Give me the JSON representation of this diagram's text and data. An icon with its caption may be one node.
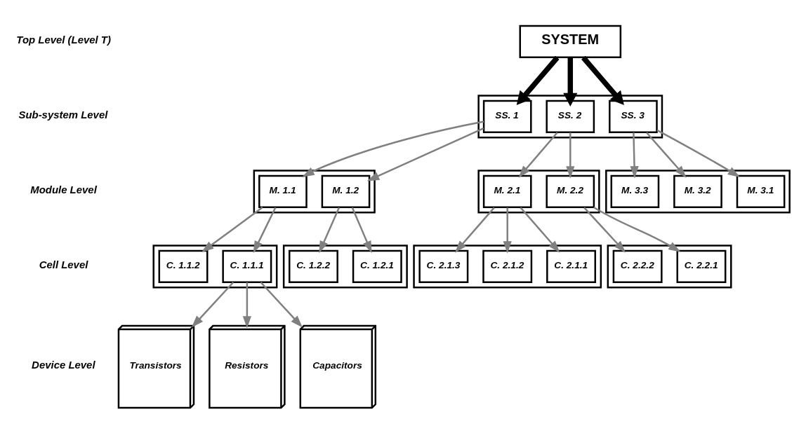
{
  "diagram": {
    "nodes": [
      {
        "text": [
          "SYSTEM"
        ]
      },
      {
        "text": [],
        "shape": "box"
      },
      {
        "text": [
          "SS. 1"
        ],
        "in": 1
      },
      {
        "text": [
          "SS. 2"
        ],
        "in": 1
      },
      {
        "text": [
          "SS. 3"
        ],
        "in": 1
      },
      {
        "text": [],
        "shape": "box"
      },
      {
        "text": [
          "M. 1.1"
        ],
        "in": 5
      },
      {
        "text": [
          "M. 1.2"
        ],
        "in": 5
      },
      {
        "text": [],
        "shape": "box"
      },
      {
        "text": [
          "M. 2.1"
        ],
        "in": 8
      },
      {
        "text": [
          "M. 2.2"
        ],
        "in": 8
      },
      {
        "text": [],
        "shape": "box"
      },
      {
        "text": [
          "M. 3.1"
        ],
        "in": 11
      },
      {
        "text": [
          "M. 3.2"
        ],
        "in": 11
      },
      {
        "text": [
          "M. 3.3"
        ],
        "in": 11
      },
      {
        "text": [],
        "shape": "box"
      },
      {
        "text": [
          "C. 1.1.1"
        ],
        "in": 15
      },
      {
        "text": [
          "C. 1.1.2"
        ],
        "in": 15
      },
      {
        "text": [],
        "shape": "box"
      },
      {
        "text": [
          "C. 1.2.1"
        ],
        "in": 18
      },
      {
        "text": [
          "C. 1.2.2"
        ],
        "in": 18
      },
      {
        "text": [],
        "shape": "box"
      },
      {
        "text": [
          "C. 2.1.1"
        ],
        "in": 21
      },
      {
        "text": [
          "C. 2.1.2"
        ],
        "in": 21
      },
      {
        "text": [
          "C. 2.1.3"
        ],
        "in": 21
      },
      {
        "text": [],
        "shape": "box"
      },
      {
        "text": [
          "C. 2.2.1"
        ],
        "in": 25
      },
      {
        "text": [
          "C. 2.2.2"
        ],
        "in": 25
      },
      {
        "text": [
          "Transistors"
        ]
      },
      {
        "text": [
          "Resistors"
        ]
      },
      {
        "text": [
          "Capacitors"
        ]
      }
    ],
    "edges": [
      {
        "from": 0,
        "to": 2,
        "arrow": "to",
        "style": "thick",
        "color": "#000000"
      },
      {
        "from": 0,
        "to": 3,
        "arrow": "to",
        "style": "thick",
        "color": "#000000"
      },
      {
        "from": 0,
        "to": 4,
        "arrow": "to",
        "style": "thick",
        "color": "#000000"
      },
      {
        "from": 2,
        "to": 6,
        "arrow": "to"
      },
      {
        "from": 2,
        "to": 7,
        "arrow": "to"
      },
      {
        "from": 3,
        "to": 9,
        "arrow": "to"
      },
      {
        "from": 3,
        "to": 10,
        "arrow": "to"
      },
      {
        "from": 4,
        "to": 12,
        "arrow": "to"
      },
      {
        "from": 4,
        "to": 13,
        "arrow": "to"
      },
      {
        "from": 4,
        "to": 14,
        "arrow": "to"
      },
      {
        "from": 6,
        "to": 16,
        "arrow": "to"
      },
      {
        "from": 6,
        "to": 17,
        "arrow": "to"
      },
      {
        "from": 7,
        "to": 19,
        "arrow": "to"
      },
      {
        "from": 7,
        "to": 20,
        "arrow": "to"
      },
      {
        "from": 9,
        "to": 22,
        "arrow": "to"
      },
      {
        "from": 9,
        "to": 23,
        "arrow": "to"
      },
      {
        "from": 9,
        "to": 24,
        "arrow": "to"
      },
      {
        "from": 10,
        "to": 26,
        "arrow": "to"
      },
      {
        "from": 10,
        "to": 27,
        "arrow": "to"
      },
      {
        "from": 16,
        "to": 28,
        "arrow": "to"
      },
      {
        "from": 16,
        "to": 29,
        "arrow": "to"
      },
      {
        "from": 16,
        "to": 30,
        "arrow": "to"
      }
    ],
    "labels": [
      "Top Level (Level T)",
      "Sub-system Level",
      "Module Level",
      "Cell Level",
      "Device Level"
    ]
  }
}
